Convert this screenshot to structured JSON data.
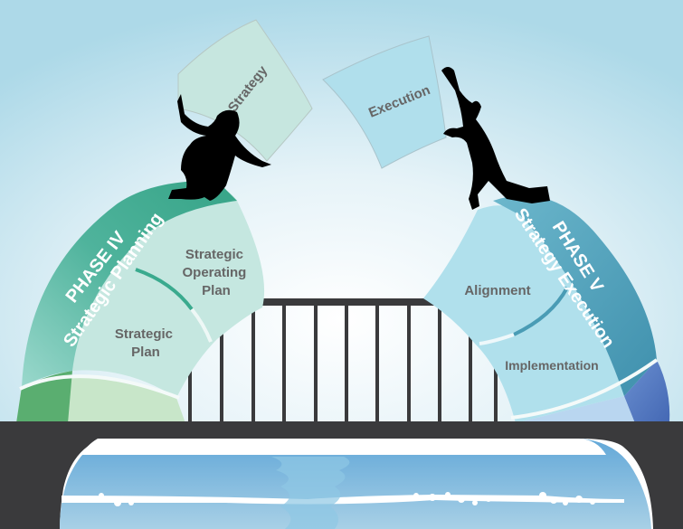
{
  "diagram": {
    "floating_pieces": {
      "left": {
        "label": "Strategy",
        "color": "#c6e6df"
      },
      "right": {
        "label": "Execution",
        "color": "#b0dfec"
      }
    },
    "left_arch": {
      "phase": "PHASE IV",
      "phase_name": "Strategic Planning",
      "band_color": "#3aaa8e",
      "segments": [
        {
          "label_lines": [
            "Strategic",
            "Operating",
            "Plan"
          ]
        },
        {
          "label_lines": [
            "Strategic",
            "Plan"
          ]
        }
      ]
    },
    "right_arch": {
      "phase": "PHASE V",
      "phase_name": "Strategy Execution",
      "band_color": "#4a9cb5",
      "segments": [
        {
          "label": "Alignment"
        },
        {
          "label": "Implementation"
        }
      ]
    },
    "colors": {
      "bridge": "#3a3a3c",
      "water": "#7ab6dc",
      "sky": "#b9dfec"
    }
  }
}
